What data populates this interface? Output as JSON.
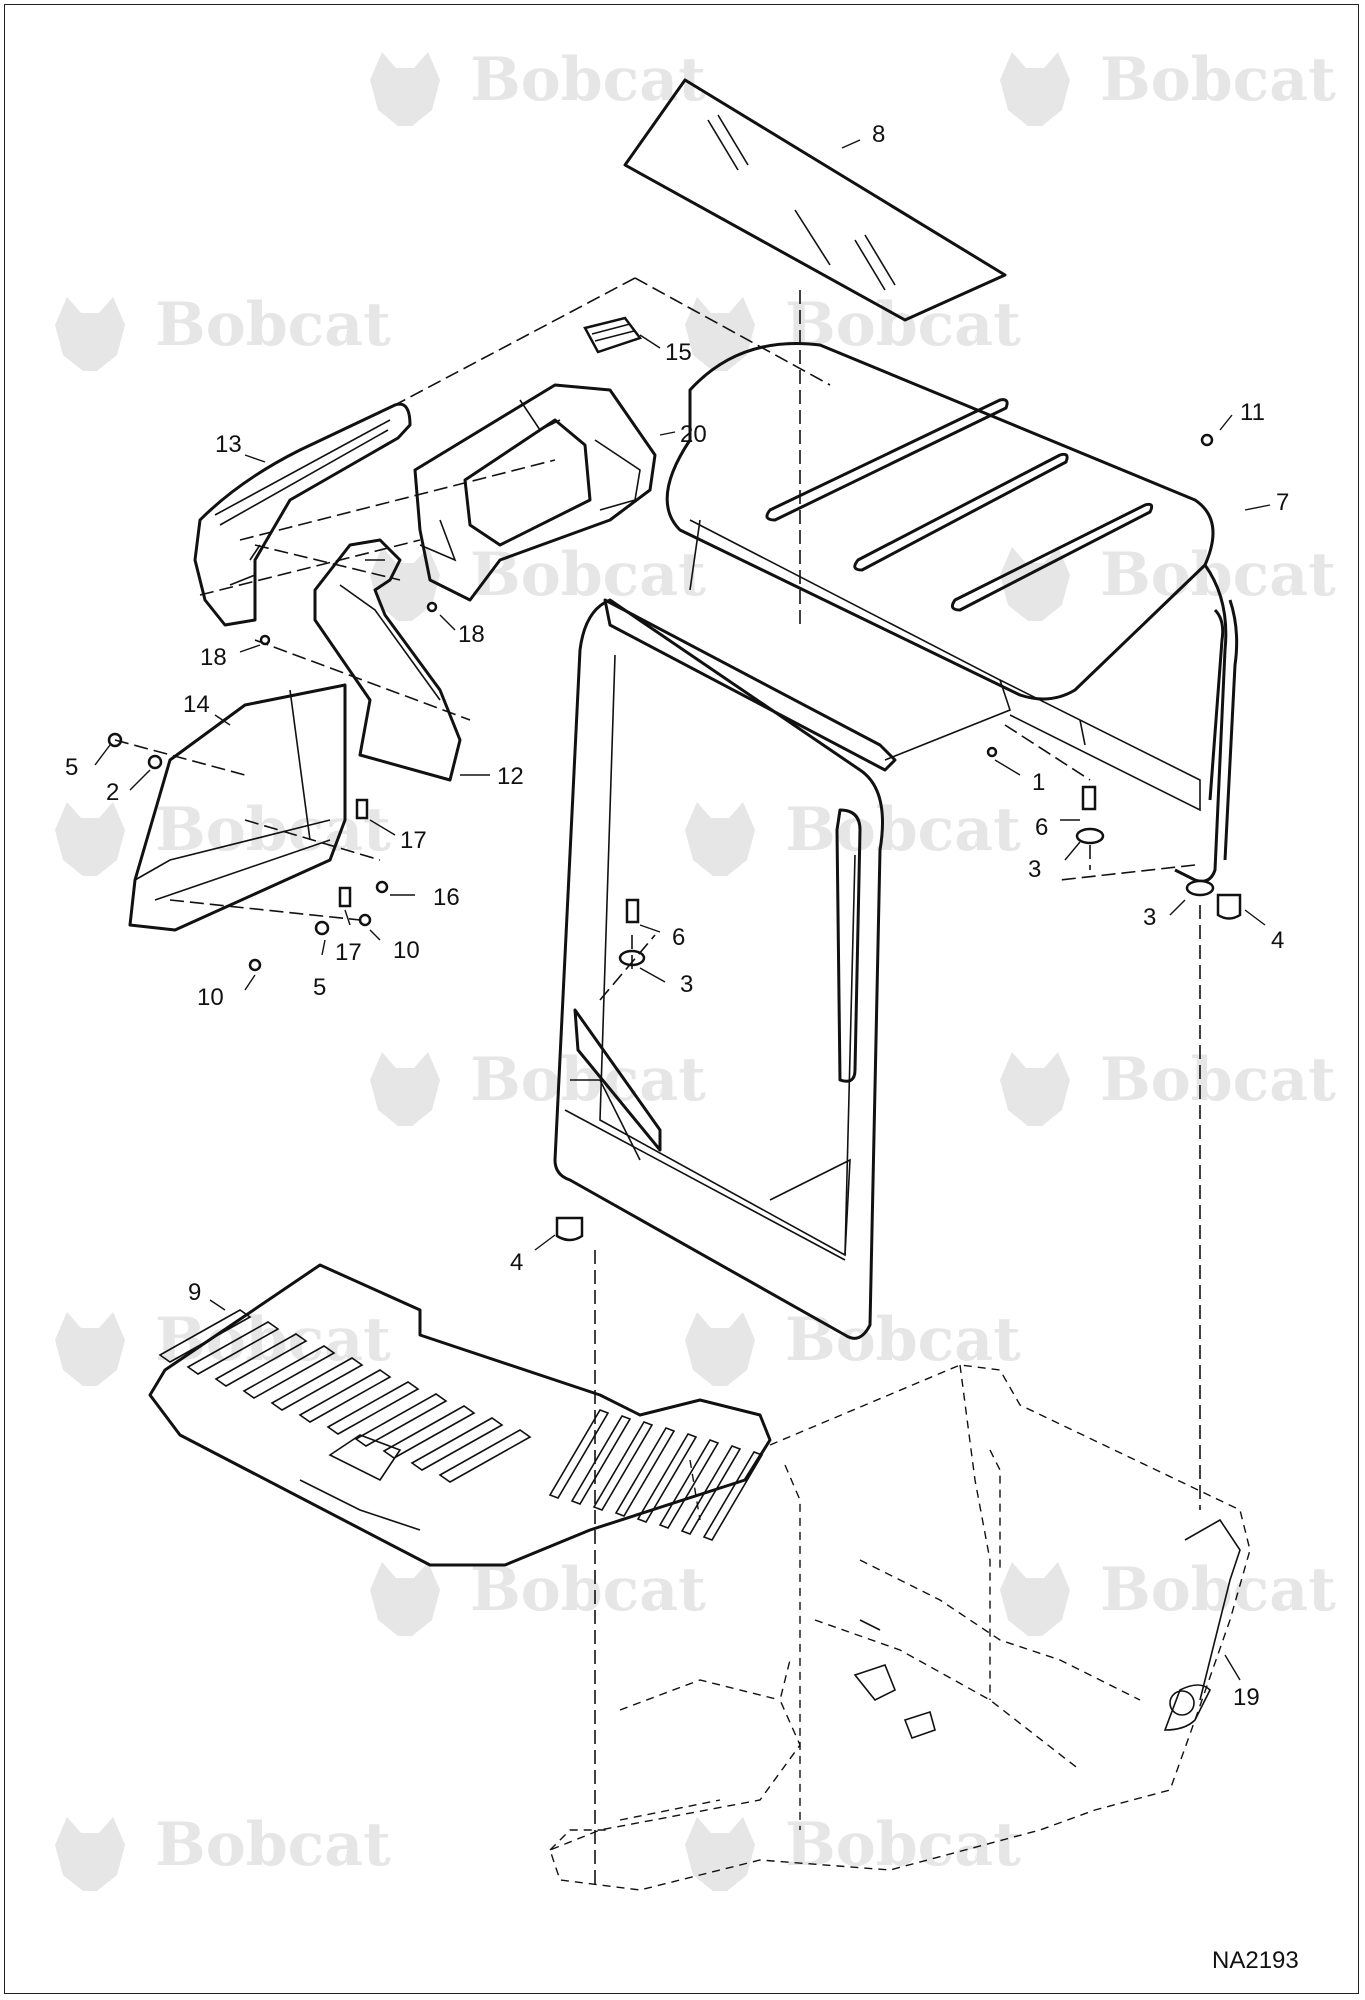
{
  "watermark": {
    "brand": "Bobcat",
    "registered_mark": "®"
  },
  "document_id": "NA2193",
  "callouts": [
    {
      "id": "c-8",
      "text": "8"
    },
    {
      "id": "c-15",
      "text": "15"
    },
    {
      "id": "c-20",
      "text": "20"
    },
    {
      "id": "c-13",
      "text": "13"
    },
    {
      "id": "c-11",
      "text": "11"
    },
    {
      "id": "c-7",
      "text": "7"
    },
    {
      "id": "c-18a",
      "text": "18"
    },
    {
      "id": "c-18b",
      "text": "18"
    },
    {
      "id": "c-14",
      "text": "14"
    },
    {
      "id": "c-5a",
      "text": "5"
    },
    {
      "id": "c-2",
      "text": "2"
    },
    {
      "id": "c-12",
      "text": "12"
    },
    {
      "id": "c-17a",
      "text": "17"
    },
    {
      "id": "c-1",
      "text": "1"
    },
    {
      "id": "c-6a",
      "text": "6"
    },
    {
      "id": "c-3a",
      "text": "3"
    },
    {
      "id": "c-16",
      "text": "16"
    },
    {
      "id": "c-17b",
      "text": "17"
    },
    {
      "id": "c-10a",
      "text": "10"
    },
    {
      "id": "c-3b",
      "text": "3"
    },
    {
      "id": "c-4a",
      "text": "4"
    },
    {
      "id": "c-6b",
      "text": "6"
    },
    {
      "id": "c-3c",
      "text": "3"
    },
    {
      "id": "c-10b",
      "text": "10"
    },
    {
      "id": "c-5b",
      "text": "5"
    },
    {
      "id": "c-4b",
      "text": "4"
    },
    {
      "id": "c-9",
      "text": "9"
    },
    {
      "id": "c-19",
      "text": "19"
    }
  ]
}
